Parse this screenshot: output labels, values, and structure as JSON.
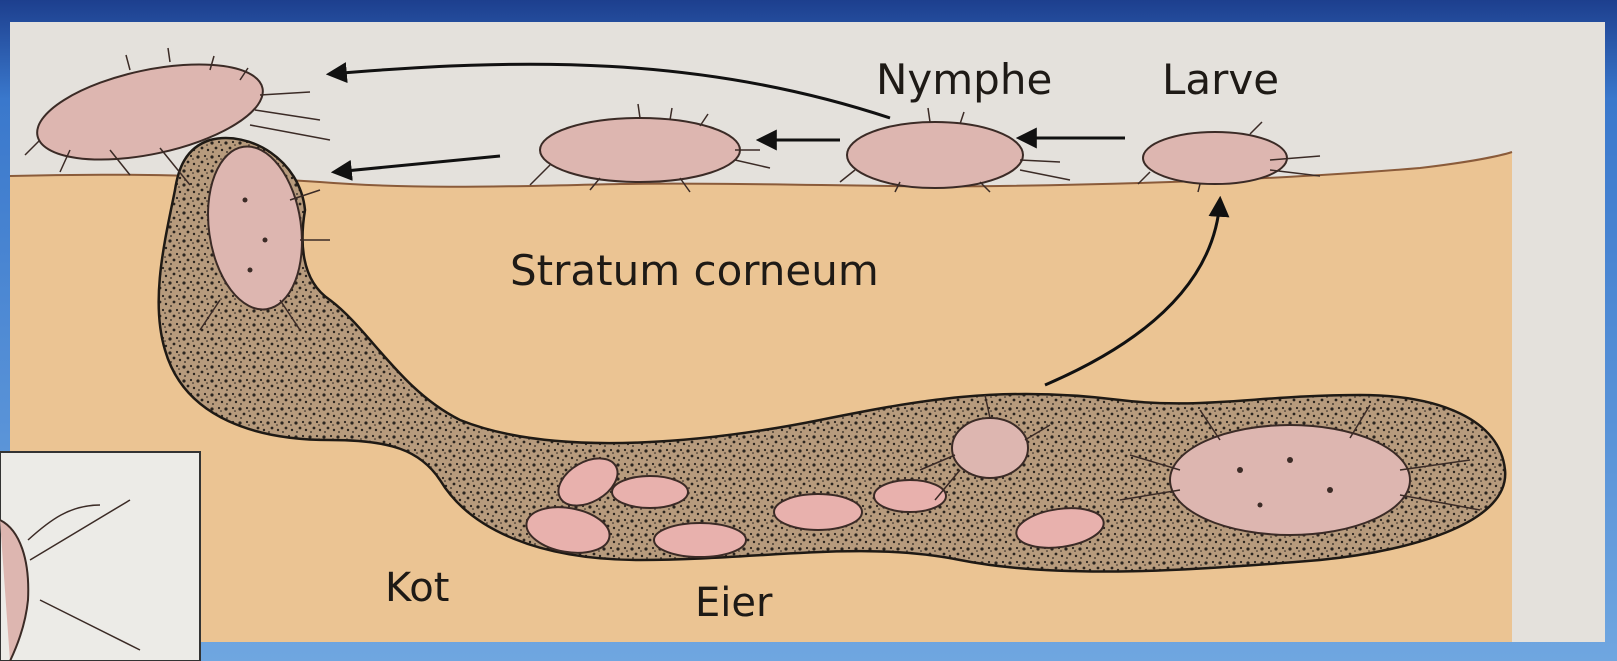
{
  "labels": {
    "nymphe": "Nymphe",
    "larve": "Larve",
    "stratum": "Stratum corneum",
    "kot": "Kot",
    "eier": "Eier"
  },
  "colors": {
    "frame_blue": "#2f6fc6",
    "top_band": "#1d3f8e",
    "skin": "#ebc493",
    "mite_body": "#ddb6b0",
    "egg": "#e8b1ad",
    "burrow_speckle": "#2a241f",
    "background": "#e4e1dc"
  }
}
